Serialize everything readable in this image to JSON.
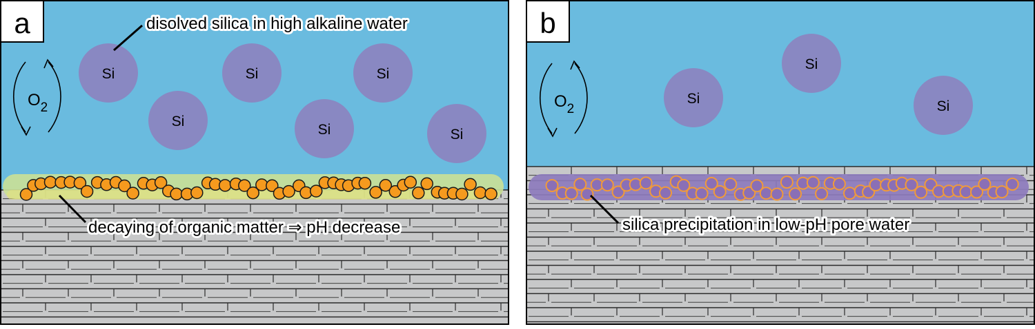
{
  "colors": {
    "water": "#6abbdf",
    "sediment": "#c7c8c9",
    "brick_line": "#2a2a2a",
    "si_particle": "#8988c2",
    "organic_fill": "#f59a1e",
    "organic_stroke": "#1a1a1a",
    "organic_halo": "#cbe196",
    "organic_halo_low": "#e8e07a",
    "precip_band": "#8d7bbd",
    "precip_fill": "#8a6fb6",
    "precip_stroke": "#f09a3b"
  },
  "panels": [
    {
      "letter": "a",
      "particle_label": "Si",
      "oxygen_label": "O",
      "oxygen_subscript": "2",
      "callouts": [
        {
          "id": "dissolved-silica",
          "text": "disolved silica in high alkaline water"
        },
        {
          "id": "organic-decay",
          "text": "decaying of organic matter ⇒ pH decrease"
        }
      ]
    },
    {
      "letter": "b",
      "particle_label": "Si",
      "oxygen_label": "O",
      "oxygen_subscript": "2",
      "callouts": [
        {
          "id": "silica-precipitation",
          "text": "silica precipitation in low-pH pore water"
        }
      ]
    }
  ]
}
